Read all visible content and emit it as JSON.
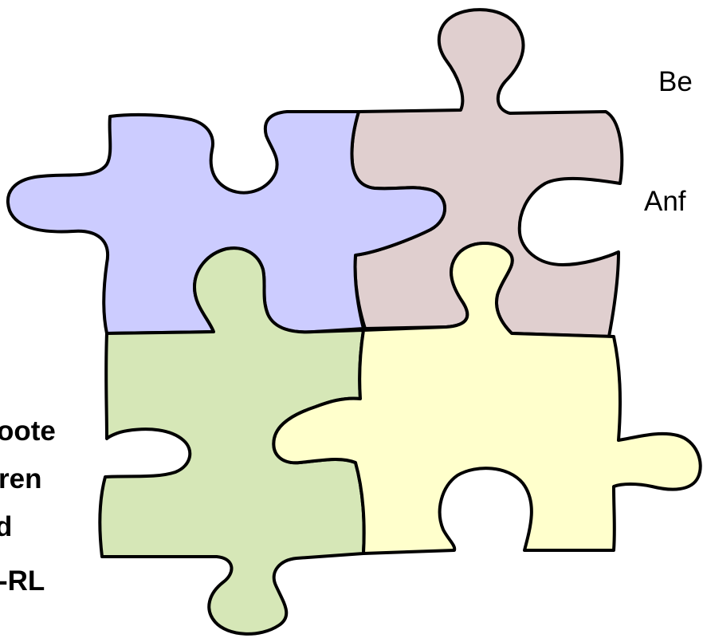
{
  "pieces": {
    "purple": {
      "color": "#ccccff"
    },
    "brown": {
      "color": "#e0cfcf"
    },
    "green": {
      "color": "#d6e7b7"
    },
    "yellow": {
      "color": "#ffffcc"
    }
  },
  "labels": {
    "top_right_1": "Be",
    "top_right_2": "Anf",
    "bottom_left_1": "oote",
    "bottom_left_2": "ren",
    "bottom_left_3": "d",
    "bottom_left_4": "-RL"
  }
}
